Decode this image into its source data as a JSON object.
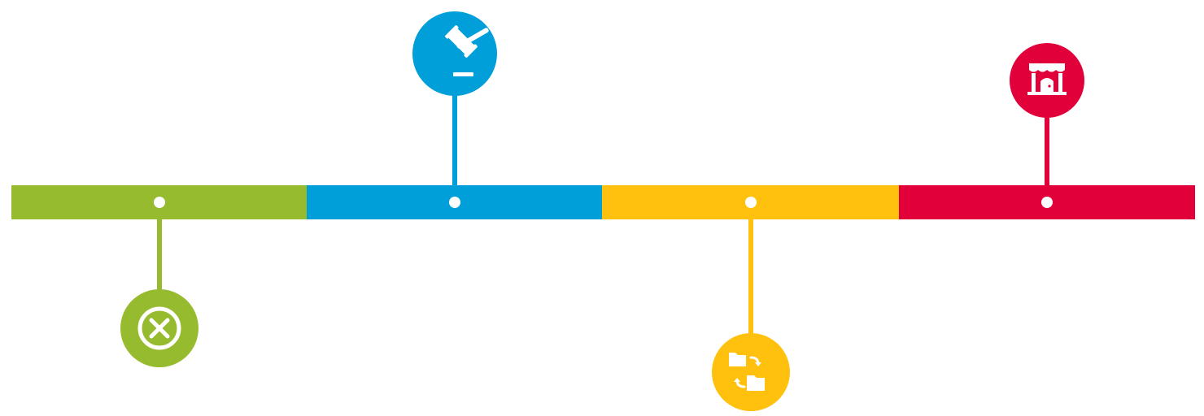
{
  "timeline": {
    "segments": [
      {
        "id": "segment-1",
        "color": "#97BB2F",
        "icon": "cancel-icon",
        "marker_side": "below"
      },
      {
        "id": "segment-2",
        "color": "#009FD9",
        "icon": "gavel-icon",
        "marker_side": "above"
      },
      {
        "id": "segment-3",
        "color": "#FFC10E",
        "icon": "folder-transfer-icon",
        "marker_side": "below"
      },
      {
        "id": "segment-4",
        "color": "#E2003A",
        "icon": "storefront-icon",
        "marker_side": "above"
      }
    ],
    "dot_color": "#ffffff",
    "icon_color": "#ffffff"
  }
}
